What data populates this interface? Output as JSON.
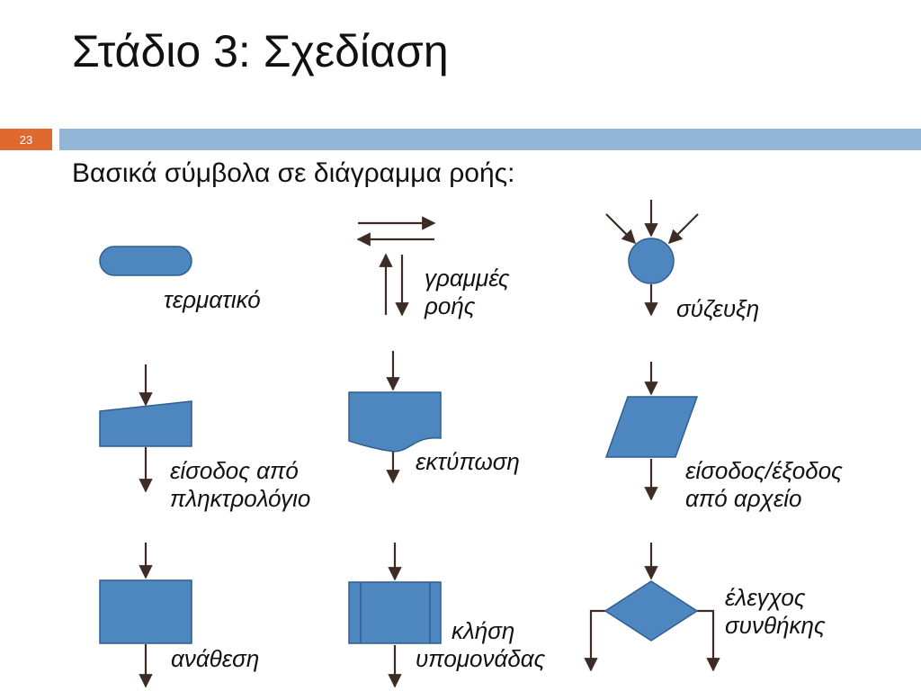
{
  "slide": {
    "title": "Στάδιο 3: Σχεδίαση",
    "number": "23",
    "subtitle": "Βασικά σύμβολα σε διάγραμμα ροής:"
  },
  "colors": {
    "shape_fill": "#4e86c0",
    "shape_stroke": "#2f5f8e",
    "arrow": "#3d2c25",
    "accent": "#e0692f",
    "header_bar": "#93b6d6"
  },
  "symbols": {
    "terminal": {
      "line1": "τερματικό"
    },
    "flow_lines": {
      "line1": "γραμμές",
      "line2": "ροής"
    },
    "connector": {
      "line1": "σύζευξη"
    },
    "keyboard_input": {
      "line1": "είσοδος από",
      "line2": "πληκτρολόγιο"
    },
    "print": {
      "line1": "εκτύπωση"
    },
    "file_io": {
      "line1": "είσοδος/έξοδος",
      "line2": "από αρχείο"
    },
    "assignment": {
      "line1": "ανάθεση"
    },
    "subroutine": {
      "line1": "κλήση",
      "line2": "υπομονάδας"
    },
    "condition": {
      "line1": "έλεγχος",
      "line2": "συνθήκης"
    }
  }
}
